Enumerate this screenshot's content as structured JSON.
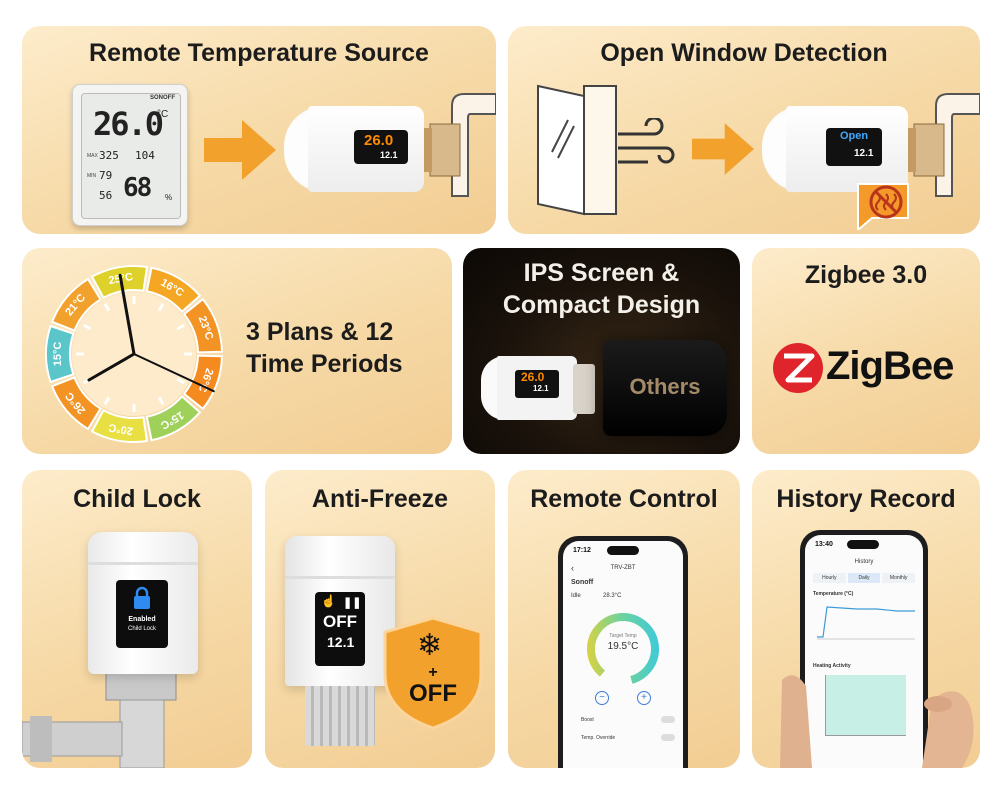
{
  "cards": {
    "remote_temp": {
      "title": "Remote Temperature Source",
      "sensor_brand": "SONOFF",
      "sensor_temp": "26.0",
      "sensor_unit": "°C",
      "sensor_row1_left": "325",
      "sensor_row1_right": "104",
      "sensor_row2_left": "79",
      "sensor_row2_right": "56",
      "sensor_humidity": "68",
      "sensor_humidity_unit": "%",
      "sensor_label_max": "MAX",
      "sensor_label_min": "MIN",
      "trv_temp": "26.0",
      "trv_sub": "12.1"
    },
    "open_window": {
      "title": "Open Window Detection",
      "trv_label": "Open",
      "trv_sub": "12.1"
    },
    "plans": {
      "title_line1": "3 Plans & 12",
      "title_line2": "Time Periods",
      "segments": [
        "25°C",
        "16°C",
        "23°C",
        "26°C",
        "15°C",
        "20°C",
        "26°C",
        "15°C",
        "21°C"
      ]
    },
    "ips": {
      "title_line1": "IPS Screen &",
      "title_line2": "Compact Design",
      "trv_temp": "26.0",
      "trv_sub": "12.1",
      "others_label": "Others"
    },
    "zigbee": {
      "title": "Zigbee 3.0",
      "logo_text": "ZigBee"
    },
    "child_lock": {
      "title": "Child Lock",
      "screen_line1": "Enabled",
      "screen_line2": "Child Lock"
    },
    "anti_freeze": {
      "title": "Anti-Freeze",
      "screen_state": "OFF",
      "screen_temp": "12.1",
      "badge_plus": "+",
      "badge_off": "OFF"
    },
    "remote_control": {
      "title": "Remote Control",
      "time": "17:12",
      "device_name": "TRV-ZBT",
      "brand": "Sonoff",
      "status": "Idle",
      "current_temp": "28.3°C",
      "target_label": "Target Temp",
      "target_temp": "19.5°C",
      "row1": "Boost",
      "row2": "Temp. Override"
    },
    "history": {
      "title": "History Record",
      "time": "13:40",
      "header": "History",
      "tabs": [
        "Hourly",
        "Daily",
        "Monthly"
      ],
      "chart1_title": "Temperature (°C)",
      "chart2_title": "Heating Activity"
    }
  },
  "colors": {
    "accent_orange": "#f5a623",
    "zigbee_red": "#e0242b",
    "screen_orange": "#ff8a00"
  }
}
